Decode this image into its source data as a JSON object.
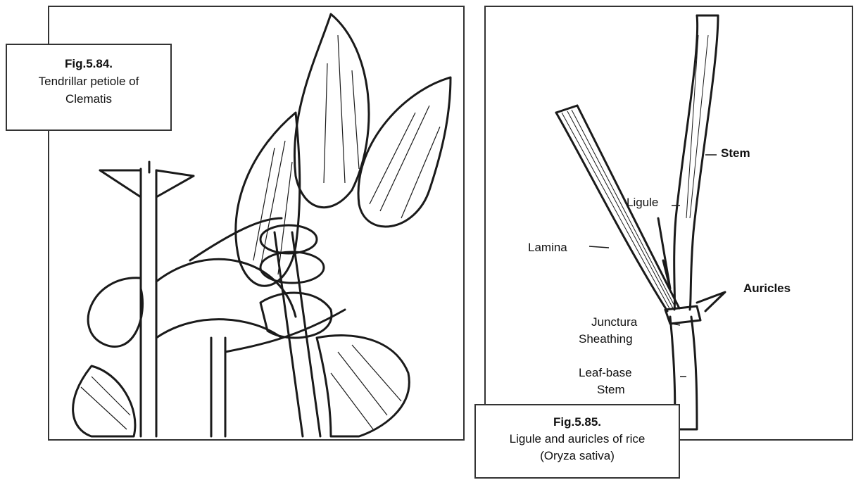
{
  "figure_left": {
    "fig_number": "Fig.5.84.",
    "caption_lines": [
      "Tendrillar petiole of",
      "Clematis"
    ]
  },
  "figure_right": {
    "fig_number": "Fig.5.85.",
    "caption_lines": [
      "Ligule and auricles of rice",
      "(Oryza sativa)"
    ],
    "labels": {
      "stem_top": "Stem",
      "ligule": "Ligule",
      "lamina": "Lamina",
      "auricles": "Auricles",
      "junctura": "Junctura",
      "sheathing": "Sheathing",
      "leaf_base": "Leaf-base",
      "stem_bottom": "Stem"
    }
  },
  "colors": {
    "ink": "#1a1a1a",
    "border": "#333333",
    "background": "#ffffff"
  }
}
